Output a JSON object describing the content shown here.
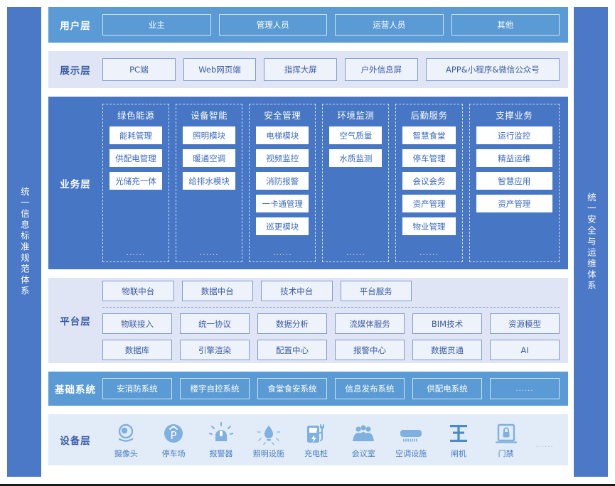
{
  "sidebars": {
    "left": {
      "label": "统一信息标准规范体系",
      "color": "#4B79C8"
    },
    "right": {
      "label": "统一安全与运维体系",
      "color": "#4B79C8"
    }
  },
  "layers": {
    "user": {
      "title": "用户层",
      "bg": "#5B9BD5",
      "items": [
        "业主",
        "管理人员",
        "运营人员",
        "其他"
      ]
    },
    "display": {
      "title": "展示层",
      "bg": "#dfe5f4",
      "items": [
        "PC端",
        "Web网页端",
        "指挥大屏",
        "户外信息屏",
        "APP&小程序&微信公众号"
      ]
    },
    "business": {
      "title": "业务层",
      "bg": "#4777C4",
      "dots": "......",
      "columns": [
        {
          "title": "绿色能源",
          "items": [
            "能耗管理",
            "供配电管理",
            "光储充一体"
          ],
          "has_dots": true
        },
        {
          "title": "设备智能",
          "items": [
            "照明模块",
            "暖通空调",
            "给排水模块"
          ],
          "has_dots": true
        },
        {
          "title": "安全管理",
          "items": [
            "电梯模块",
            "视频监控",
            "消防报警",
            "一卡通管理",
            "巡更模块"
          ],
          "has_dots": true
        },
        {
          "title": "环境监测",
          "items": [
            "空气质量",
            "水质监测"
          ],
          "has_dots": true
        },
        {
          "title": "后勤服务",
          "items": [
            "智慧食堂",
            "停车管理",
            "会议会务",
            "资产管理",
            "物业管理"
          ],
          "has_dots": true
        },
        {
          "title": "支撑业务",
          "items": [
            "运行监控",
            "精益运维",
            "智慧应用",
            "资产管理"
          ],
          "has_dots": false
        }
      ]
    },
    "platform": {
      "title": "平台层",
      "bg": "#dfe5f4",
      "top_row": [
        "物联中台",
        "数据中台",
        "技术中台",
        "平台服务"
      ],
      "mid_row": [
        "物联接入",
        "统一协议",
        "数据分析",
        "流媒体服务",
        "BIM技术",
        "资源模型"
      ],
      "bottom_row": [
        "数据库",
        "引擎渲染",
        "配置中心",
        "报警中心",
        "数据贯通",
        "AI"
      ]
    },
    "base": {
      "title": "基础系统",
      "bg": "#5B9BD5",
      "items": [
        "安消防系统",
        "楼宇自控系统",
        "食堂食安系统",
        "信息发布系统",
        "供配电系统",
        "......"
      ]
    },
    "device": {
      "title": "设备层",
      "bg": "#e2ecf8",
      "trailing_dots": "......",
      "items": [
        {
          "label": "摄像头",
          "icon": "camera-icon"
        },
        {
          "label": "停车场",
          "icon": "parking-icon"
        },
        {
          "label": "报警器",
          "icon": "alarm-icon"
        },
        {
          "label": "照明设施",
          "icon": "lighting-icon"
        },
        {
          "label": "充电桩",
          "icon": "charging-pile-icon"
        },
        {
          "label": "会议室",
          "icon": "meeting-room-icon"
        },
        {
          "label": "空调设施",
          "icon": "air-conditioner-icon"
        },
        {
          "label": "闸机",
          "icon": "turnstile-icon"
        },
        {
          "label": "门禁",
          "icon": "access-control-icon"
        }
      ]
    }
  }
}
